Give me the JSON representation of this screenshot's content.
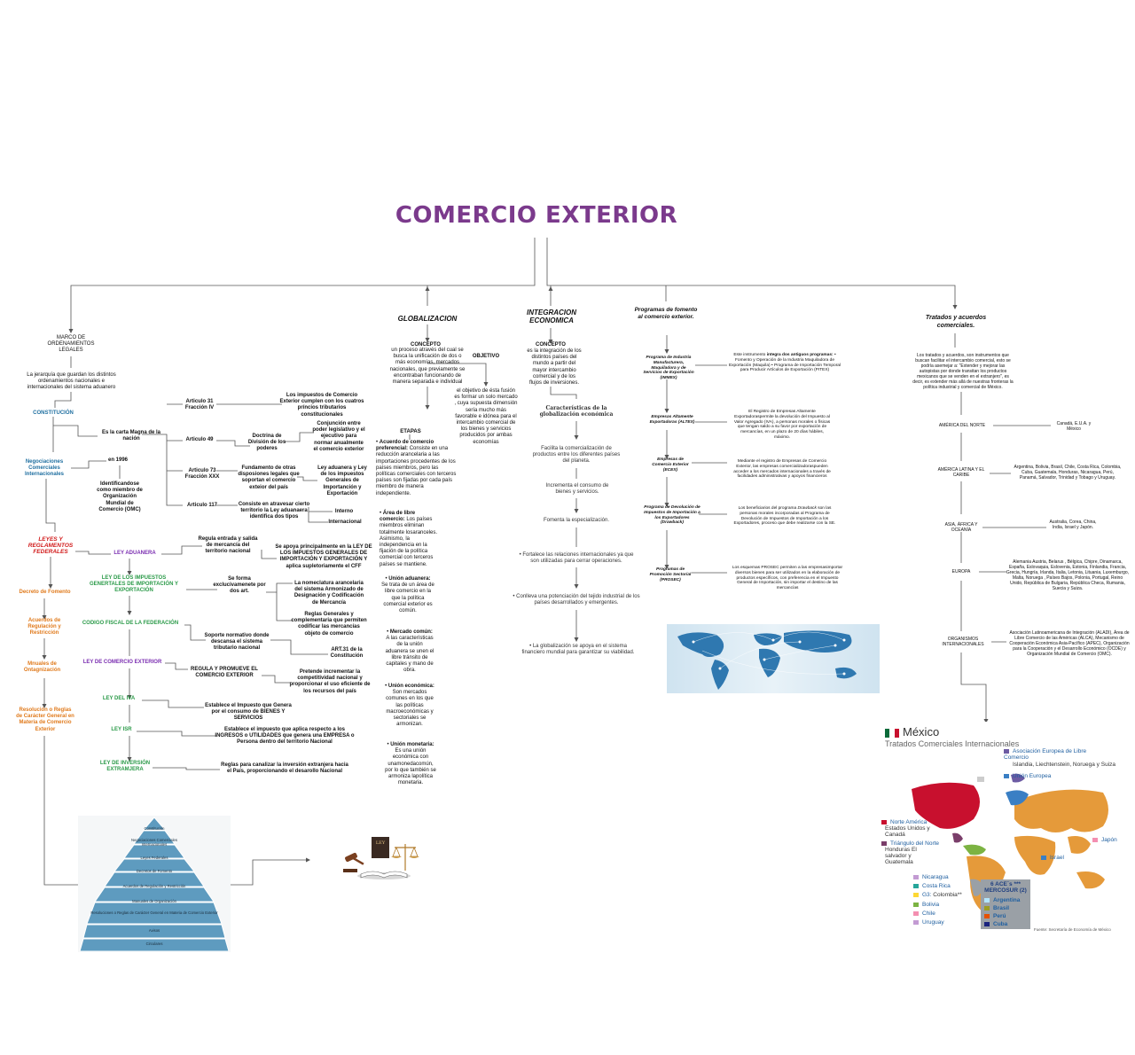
{
  "title": "COMERCIO EXTERIOR",
  "marco": {
    "heading": "MARCO DE ORDENAMIENTOS LEGALES",
    "desc": "La jerarquía que guardan los distintos ordenamientos nacionales e internacionales del sistema aduanero",
    "constitucion": "CONSTITUCIÓN",
    "carta_magna": "Es la carta Magna de la nación",
    "negociaciones": "Negociaciones Comerciales Internacionales",
    "en1996": "en 1996",
    "omc": "Identificandose como miembro de Organización Mundial de Comercio (OMC)",
    "leyes_reglamentos": "LEYES Y REGLAMENTOS FEDERALES",
    "decreto": "Decreto de Fomento",
    "acuerdos": "Acuerdos de Regulación y Restricción",
    "manuales": "Mnuales de Ontagnización",
    "resolucion": "Resolución o Reglas de Carácter General en Materia de Comercio Exterior",
    "art31": "Articulo 31 Fracción IV",
    "art31_desc": "Los impuestos de Comercio Exterior cumplen con los cuatros príncios tributarios constitucionales",
    "art49": "Articulo 49",
    "doctrina": "Doctrina de División de los poderes",
    "doctrina_desc": "Conjunción entre poder legislativo y el ejecutivo para normar anualmente el comercio exterior",
    "art73": "Articulo 73 Fracción XXX",
    "art73_desc": "Fundamento de otras disposiones legales que soportan el comercio exteior del país",
    "ley_aduanera_ref": "Ley aduanera y Ley de los impuestos Generales de Importanción y Exportación",
    "art117": "Articulo 117",
    "art117_desc": "Consiste en atravesar cierto territorio la Ley aduanaera identifica dos tipos",
    "interno": "Interno",
    "internacional": "Internacional",
    "ley_aduanera": "LEY ADUANERA",
    "ley_aduanera_desc1": "Regula entrada y salida de mercancía del territorio nacional",
    "ley_aduanera_desc2": "Se apoya principalmente en la LEY DE LOS IMPUESTOS GENERALES DE IMPORTACIÓN Y EXPORTACIÓN Y aplica supletoriamente el CFF",
    "ley_igie": "LEY DE LOS IMPUESTOS GENERTALES DE IMPORTACIÓN Y EXPORTACIÓN",
    "ley_igie_desc1": "Se forma exclucivamenete por dos art.",
    "ley_igie_desc2": "La nomeclatura arancelaria del sistema Armonizado de Designación y Codificación de Mercancía",
    "ley_igie_desc3": "Reglas Generales y complementaria que permiten codificar las mercancías objeto de comercio",
    "cff": "CODIGO FISCAL DE LA FEDERACIÓN",
    "cff_desc": "Soporte normativo donde descansa el sistema tributario nacional",
    "art31_const": "ART.31 de la Constitución",
    "ley_ce": "LEY DE COMERCIO EXTERIOR",
    "ley_ce_desc1": "REGULA Y PROMUEVE EL COMERCIO EXTERIOR",
    "ley_ce_desc2": "Pretende incrementar la competitividad nacional y proporcionar el uso eficiente de los recursos del país",
    "ley_iva": "LEY DEL IVA",
    "ley_iva_desc": "Establece el Impuesto que Genera por el consumo de BIENES Y SERVICIOS",
    "ley_isr": "LEY ISR",
    "ley_isr_desc": "Establece el impuesto que aplica respecto a los INGRESOS o UTILIDADES que genera una EMPRESA o Persona dentro del territorio Nacional",
    "ley_inv": "LEY DE INVERSIÓN EXTRAMJERA",
    "ley_inv_desc": "Reglas para canalizar la inversión extranjera hacia el País, proporcionando el desarollo Nacional"
  },
  "pyramid": {
    "levels": [
      "Constitución",
      "Negociaciones Comerciales Internacionales",
      "Leyes Federales",
      "Decretos de Fomento",
      "Acuerdos de Regulación y Restricción",
      "Manuales de Organización",
      "Resoluciones o Reglas de Carácter General en Materia de Comercio Exterior",
      "Avisos",
      "Circulares"
    ],
    "book_label": "LEY"
  },
  "globalizacion": {
    "heading": "GLOBALIZACION",
    "concepto_label": "CONCEPTO",
    "concepto": "un proceso através del cual se busca la unificación de dos o más economías, mercados nacionales, que previamente se encontraban funcionando de manera separada e individual",
    "objetivo_label": "OBJETIVO",
    "objetivo": "el objetivo de ésta fusión es formar un solo mercado , cuya supuesta dimensión sería mucho más favorable e idónea para el intercambio comercial de los bienes y servicios producidos por ambas economías",
    "etapas": "ETAPAS",
    "etapa1_t": "Acuerdo de comercio preferencial:",
    "etapa1": "Consiste en una reducción arancelaria a las importaciones procedentes de los países miembros, pero las políticas comerciales con terceros países son fijadas por cada país miembro de manera independiente.",
    "etapa2_t": "Área de libre comercio:",
    "etapa2": "Los países miembros eliminan totalmente losaranceles. Asimismo, la independencia en la fijación de la política comercial con terceros países se mantiene.",
    "etapa3_t": "Unión aduanera:",
    "etapa3": "Se trata de un área de libre comercio en la que la política comercial exterior es común.",
    "etapa4_t": "Mercado común:",
    "etapa4": "A las características de la unión aduanera se unen el libre tránsito de capitales y mano de obra.",
    "etapa5_t": "Unión económica:",
    "etapa5": "Son mercados comunes en los que las políticas macroeconómicas y sectoriales se armonizan.",
    "etapa6_t": "Unión monetaria:",
    "etapa6": "Es una unión económica con unamonedacomún, por lo que también se armoniza lapolítica monetaria."
  },
  "integracion": {
    "heading": "INTEGRACION ECONOMICA",
    "concepto_label": "CONCEPTO",
    "concepto": "es la integración de los distintos países del mundo a partir del mayor intercambio comercial y de los flujos de inversiones.",
    "caract": "Características de la globalización económica",
    "c1": "Facilita la comercialización de productos entre los diferentes países del planeta.",
    "c2": "Incrementa el consumo de bienes y servicios.",
    "c3": "Fomenta la especialización.",
    "c4": "Fortalece las relaciones internacionales ya que son utilizadas para cerrar operaciones.",
    "c5": "Conlleva una potenciación del tejido industrial de los países desarrollados y emergentes.",
    "c6": "La globalización se apoya en el sistema financiero mundial para garantizar su viabilidad."
  },
  "programas": {
    "heading": "Programas de fomento al comercio exterior.",
    "immex": "Programa de Industria Manufacturera, Maquiladora y de Servicios de Exportación (IMMEX)",
    "immex_desc_intro": "Este instrumento",
    "immex_desc_bold": "integra dos antiguos programas:",
    "immex_desc": "• Fomento y Operación de la Industria Maquiladora de Exportación (Maquila) • Programa de Importación Temporal para Producir Artículos de Exportación (PITEX)",
    "altex": "Empresas Altamente Exportadoras (ALTEX)",
    "altex_desc": "El Registro de Empresas Altamente Exportadoraspermite la devolución del Impuesto al Valor Agregado (IVA), a personas morales o físicas que tengan saldo a su favor por exportación de mercancías, en un plazo de 20 días hábiles, máximo.",
    "ecex": "Empresas de Comercio Exterior (ECEX)",
    "ecex_desc": "Mediante el registro de Empresas de Comercio Exterior, las empresas comercializadoraspueden acceder a los mercados internacionales a través de facilidades administrativas y apoyos financieros",
    "drawback": "Programa de Devolución de Impuestos de Importación a los Exportadores (Drawback)",
    "drawback_desc_a": "Los beneficiarios del programa",
    "drawback_desc_b": "Drawback",
    "drawback_desc_c": "son las personas morales incorporadas al Programa de Devolución de Impuestos de Importación a los Exportadores, proceso que debe realizarse con la SE.",
    "prosec": "Programas de Promoción Sectorial (PROSEC)",
    "prosec_desc": "Los esquemas PROSEC permiten a las empresasimportar diversos bienes para ser utilizados en la elaboración de productos específicos, con preferencia en el Impuesto General de Importación, sin importar el destino de las mercancías"
  },
  "tratados": {
    "heading": "Tratados y acuerdos comerciales.",
    "desc": "Los tratados y acuerdos, son instrumentos que buscan facilitar el intercambio comercial, esto se podría asemejar a: \"Extender y mejorar las autopistas por donde transitan los productos mexicanos que se venden en el extranjero\", es decir, es extender más allá de nuestras fronteras la política industrial y comercial de México.",
    "regions": [
      {
        "name": "AMÉRICA DEL NORTE",
        "countries": "Canadá, E.U.A. y México"
      },
      {
        "name": "AMÉRICA LATINA Y EL CARIBE",
        "countries": "Argentina, Bolivia, Brasil, Chile, Costa Rica, Colombia, Cuba, Guatemala, Honduras, Nicaragua, Perú, Panamá, Salvador, Trinidad y Tobago y Uruguay."
      },
      {
        "name": "ASIA, ÁFRICA Y OCEANÍA",
        "countries": "Australia, Corea, China, India, Israel y Japón."
      },
      {
        "name": "EUROPA",
        "countries": "Alemania Austria, Belarus , Bélgica, Chipre, Dinamarca, España, Eslovaquia, Eslovenia, Estonia, Finlandia, Francia, Grecia, Hungría, Irlanda, Italia, Letonia, Lituania, Luxemburgo, Malta, Noruega , Países Bajos, Polonia, Portugal, Reino Unido, República de Bulgaria, República Checa, Rumania, Suecia y Suiza."
      },
      {
        "name": "ORGANISMOS INTERNACIONALES",
        "countries": "Asociación Latinoamericana de Integración (ALADI), Área de Libre Comercio de las Américas (ALCA), Mecanismo de Cooperación Económica Asia-Pacífico (APEC), Organización para la Cooperación y el Desarrollo Económico (OCDE) y Organización Mundial de Comercio (OMC)."
      }
    ]
  },
  "mexico_map": {
    "title": "México",
    "subtitle": "Tratados Comerciales Internacionales",
    "aelc": "Asociación Europea de Libre Comercio",
    "aelc_countries": "Islandia, Liechtenstein, Noruega y Suiza",
    "ue": "Unión Europea",
    "na": "Norte América",
    "na_countries": "Estados Unidos y Canadá",
    "tn": "Triángulo del Norte",
    "tn_countries": "Honduras El salvador y Guatemala",
    "japon": "Japón",
    "israel": "Israel",
    "nicaragua": "Nicaragua",
    "costarica": "Costa Rica",
    "g3": "G3:",
    "g3_country": "Colombia**",
    "bolivia": "Bolivia",
    "chile": "Chile",
    "uruguay": "Uruguay",
    "ace": "6 ACE´s ***",
    "mercosur": "MERCOSUR (2)",
    "argentina": "Argentina",
    "brasil": "Brasil",
    "peru": "Perú",
    "cuba": "Cuba",
    "fuente": "Fuente: Secretaría de Economía de México",
    "colors": {
      "na": "#c8102e",
      "ue": "#3a7fc4",
      "aelc": "#6c5ba3",
      "mercosur_bg": "#9aa0a6",
      "land": "#e59a3a"
    }
  }
}
